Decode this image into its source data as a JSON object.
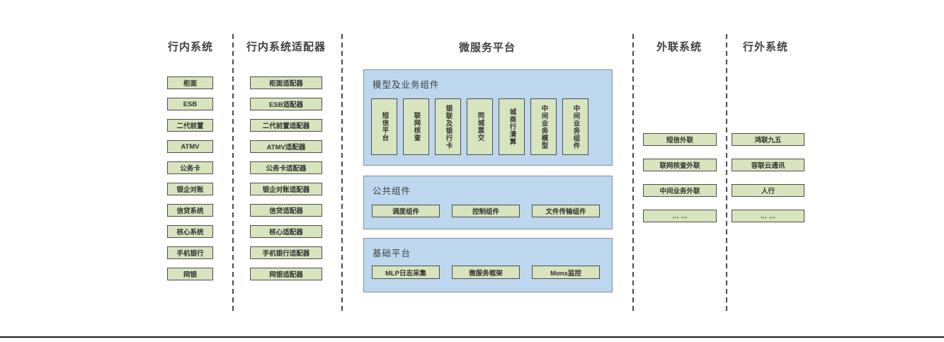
{
  "diagram": {
    "colors": {
      "box_fill": "#d7e4bd",
      "box_border": "#4d4d4d",
      "panel_fill": "#bdd7ee",
      "panel_border": "#7f919f"
    },
    "columns": {
      "internal_systems": {
        "title": "行内系统",
        "items": [
          "柜面",
          "ESB",
          "二代前置",
          "ATMV",
          "公务卡",
          "银企对账",
          "信贷系统",
          "核心系统",
          "手机银行",
          "网银"
        ]
      },
      "internal_adapters": {
        "title": "行内系统适配器",
        "items": [
          "柜面适配器",
          "ESB适配器",
          "二代前置适配器",
          "ATMV适配器",
          "公务卡适配器",
          "银企对账适配器",
          "信贷适配器",
          "核心适配器",
          "手机银行适配器",
          "网银适配器"
        ]
      },
      "microservice_platform": {
        "title": "微服务平台",
        "groups": {
          "model_business": {
            "title": "模型及业务组件",
            "items": [
              "短信平台",
              "联网核查",
              "银联及银行卡",
              "同城票交",
              "城商行清算",
              "中间业务模型",
              "中间业务组件"
            ]
          },
          "common": {
            "title": "公共组件",
            "items": [
              "调度组件",
              "控制组件",
              "文件传输组件"
            ]
          },
          "base": {
            "title": "基础平台",
            "items": [
              "MLP日志采集",
              "微服务框架",
              "Mons监控"
            ]
          }
        }
      },
      "external_link_systems": {
        "title": "外联系统",
        "items": [
          "短信外联",
          "联网核查外联",
          "中间业务外联",
          "… …"
        ]
      },
      "external_systems": {
        "title": "行外系统",
        "items": [
          "鸿联九五",
          "容联云通讯",
          "人行",
          "… …"
        ]
      }
    }
  }
}
